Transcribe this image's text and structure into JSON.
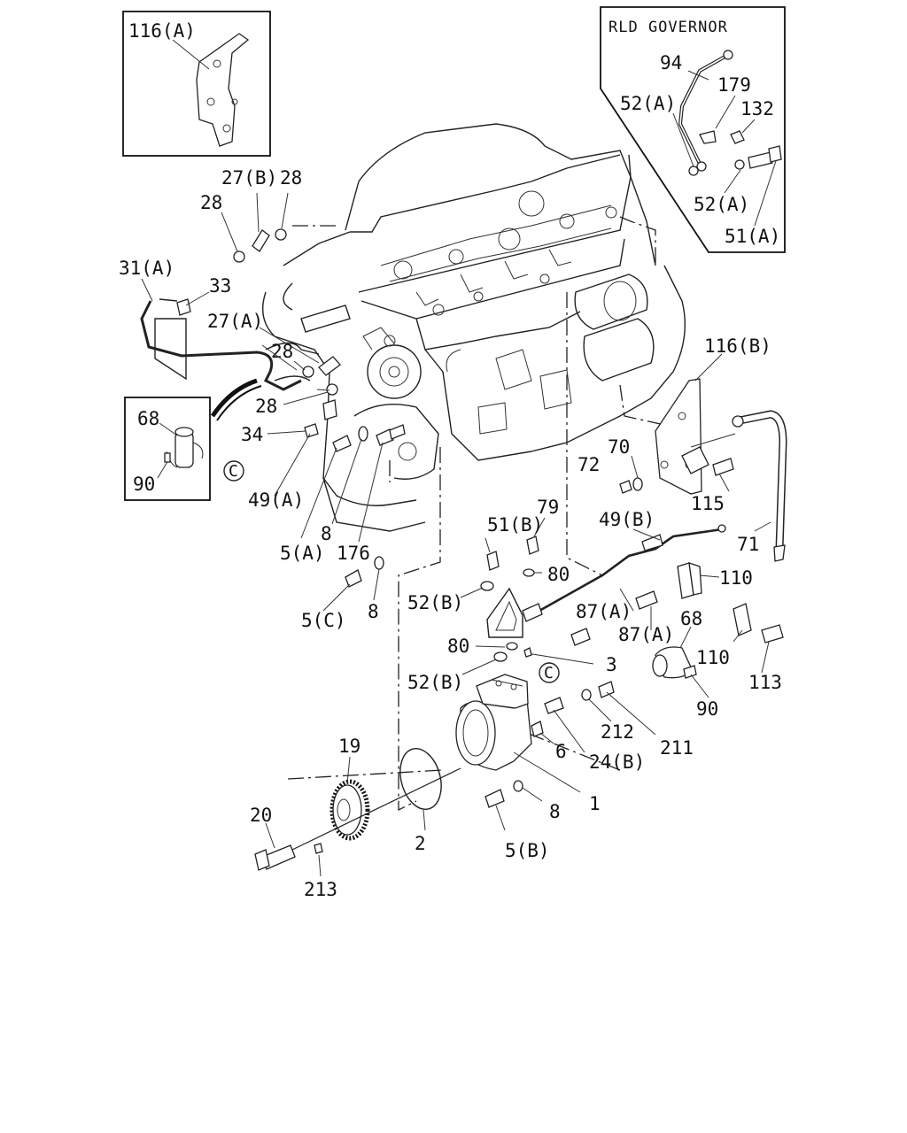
{
  "diagram": {
    "inset_titles": {
      "governor": "RLD GOVERNOR"
    },
    "callouts": {
      "c116A": "116(A)",
      "c94": "94",
      "c179": "179",
      "c52A_top": "52(A)",
      "c132": "132",
      "c52A_right": "52(A)",
      "c51A": "51(A)",
      "c27B": "27(B)",
      "c28_top_right": "28",
      "c28_top_left": "28",
      "c31A": "31(A)",
      "c33": "33",
      "c27A": "27(A)",
      "c28_mid": "28",
      "c28_low": "28",
      "c34": "34",
      "c68_left": "68",
      "c90_left": "90",
      "c49A": "49(A)",
      "c5A": "5(A)",
      "c8_upper": "8",
      "c176": "176",
      "c5C": "5(C)",
      "c8_mid": "8",
      "c116B": "116(B)",
      "c70": "70",
      "c72": "72",
      "c115": "115",
      "c71": "71",
      "c49B": "49(B)",
      "c79": "79",
      "c51B": "51(B)",
      "c80_upper": "80",
      "c52B_upper": "52(B)",
      "c87A_upper": "87(A)",
      "c87A_lower": "87(A)",
      "c110_upper": "110",
      "c68_right": "68",
      "c110_lower": "110",
      "c113": "113",
      "c90_right": "90",
      "c80_lower": "80",
      "c3": "3",
      "c52B_lower": "52(B)",
      "c212": "212",
      "c211": "211",
      "c6": "6",
      "c24B": "24(B)",
      "c1": "1",
      "c19": "19",
      "c20": "20",
      "c2": "2",
      "c8_low": "8",
      "c5B": "5(B)",
      "c213": "213"
    },
    "connectors": {
      "left": "C",
      "center": "C"
    }
  }
}
